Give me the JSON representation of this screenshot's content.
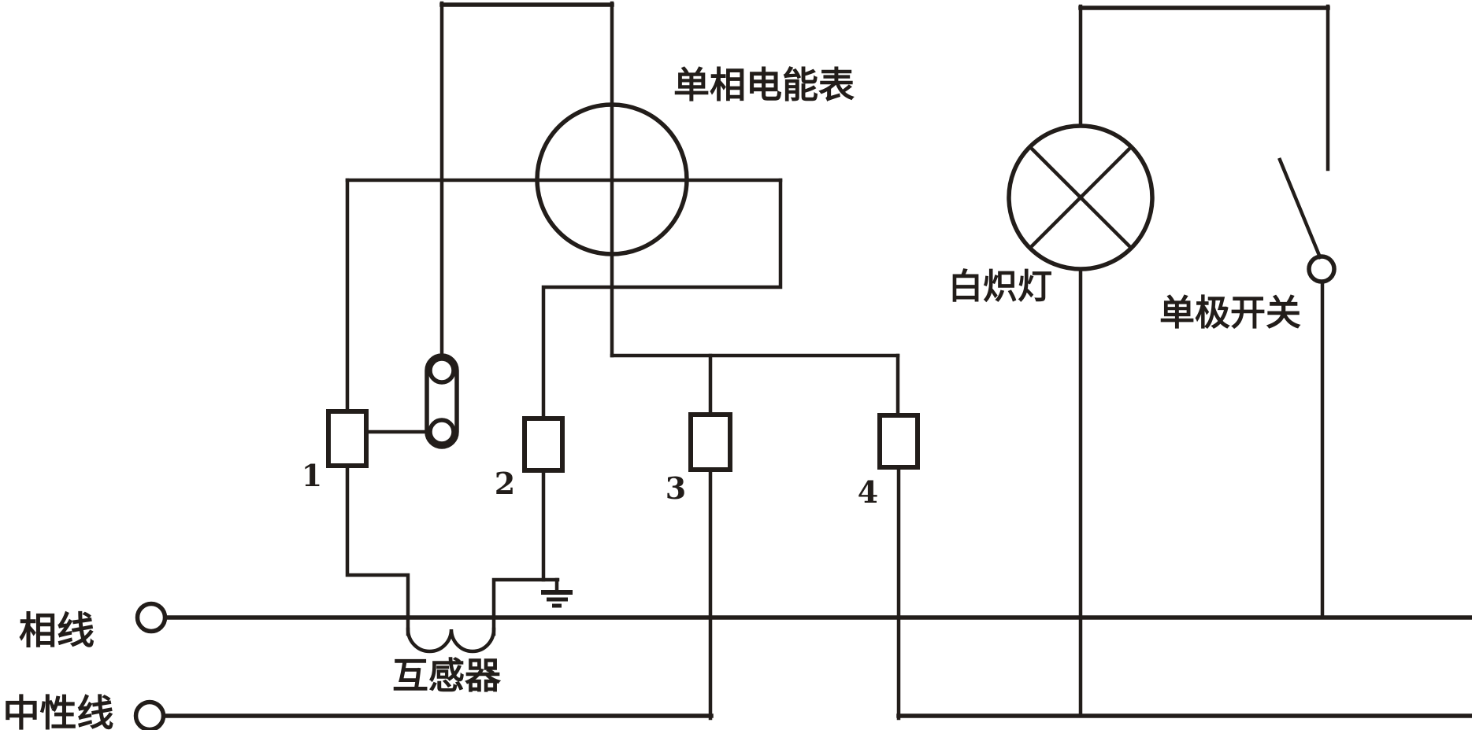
{
  "diagram": {
    "type": "electrical-wiring-diagram",
    "ink_color": "#221d1a",
    "background_color": "#ffffff"
  },
  "labels": {
    "meter": "单相电能表",
    "lamp": "白炽灯",
    "switch": "单极开关",
    "phase_line": "相线",
    "neutral_line": "中性线",
    "transformer": "互感器",
    "terminal_1": "1",
    "terminal_2": "2",
    "terminal_3": "3",
    "terminal_4": "4"
  }
}
